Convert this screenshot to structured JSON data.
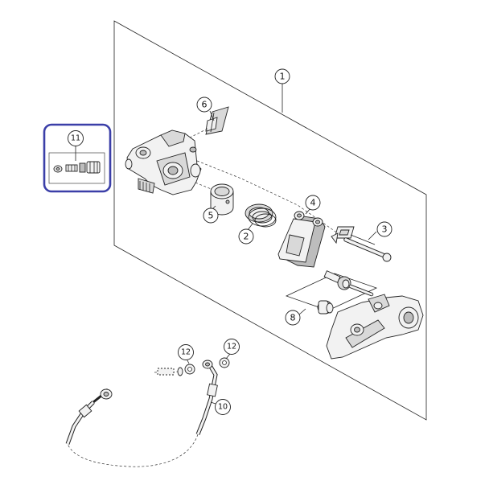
{
  "callouts": {
    "c1": "1",
    "c2": "2",
    "c3": "3",
    "c4": "4",
    "c5": "5",
    "c6": "6",
    "c8": "8",
    "c10": "10",
    "c11": "11",
    "c12a": "12",
    "c12b": "12"
  },
  "colors": {
    "highlight_box": "#3b3fa8",
    "line": "#222222",
    "fill_light": "#f2f2f2",
    "fill_dark": "#bdbdbd"
  }
}
